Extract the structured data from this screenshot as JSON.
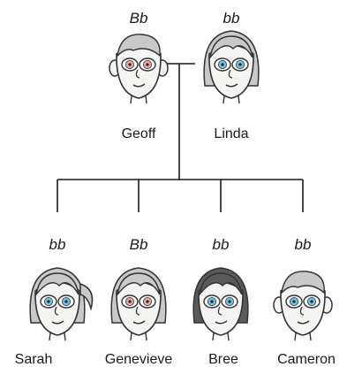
{
  "diagram": {
    "colors": {
      "line": "#1a1a1a",
      "skin": "#f4f4f2",
      "outline": "#333333",
      "hair": "#c9c9c9",
      "dark_hair": "#5a5a5a",
      "eye_pink": "#e9a4a4",
      "eye_blue": "#6ec0e8"
    },
    "parents": [
      {
        "genotype": "Bb",
        "name": "Geoff",
        "icon": "man-face-icon",
        "eye": "pink"
      },
      {
        "genotype": "bb",
        "name": "Linda",
        "icon": "woman-face-icon",
        "eye": "blue"
      }
    ],
    "children": [
      {
        "genotype": "bb",
        "name": "Sarah",
        "icon": "girl-ponytail-face-icon",
        "eye": "blue"
      },
      {
        "genotype": "Bb",
        "name": "Genevieve",
        "icon": "girl-face-icon",
        "eye": "pink"
      },
      {
        "genotype": "bb",
        "name": "Bree",
        "icon": "girl-dark-hair-face-icon",
        "eye": "blue"
      },
      {
        "genotype": "bb",
        "name": "Cameron",
        "icon": "boy-face-icon",
        "eye": "blue"
      }
    ]
  }
}
